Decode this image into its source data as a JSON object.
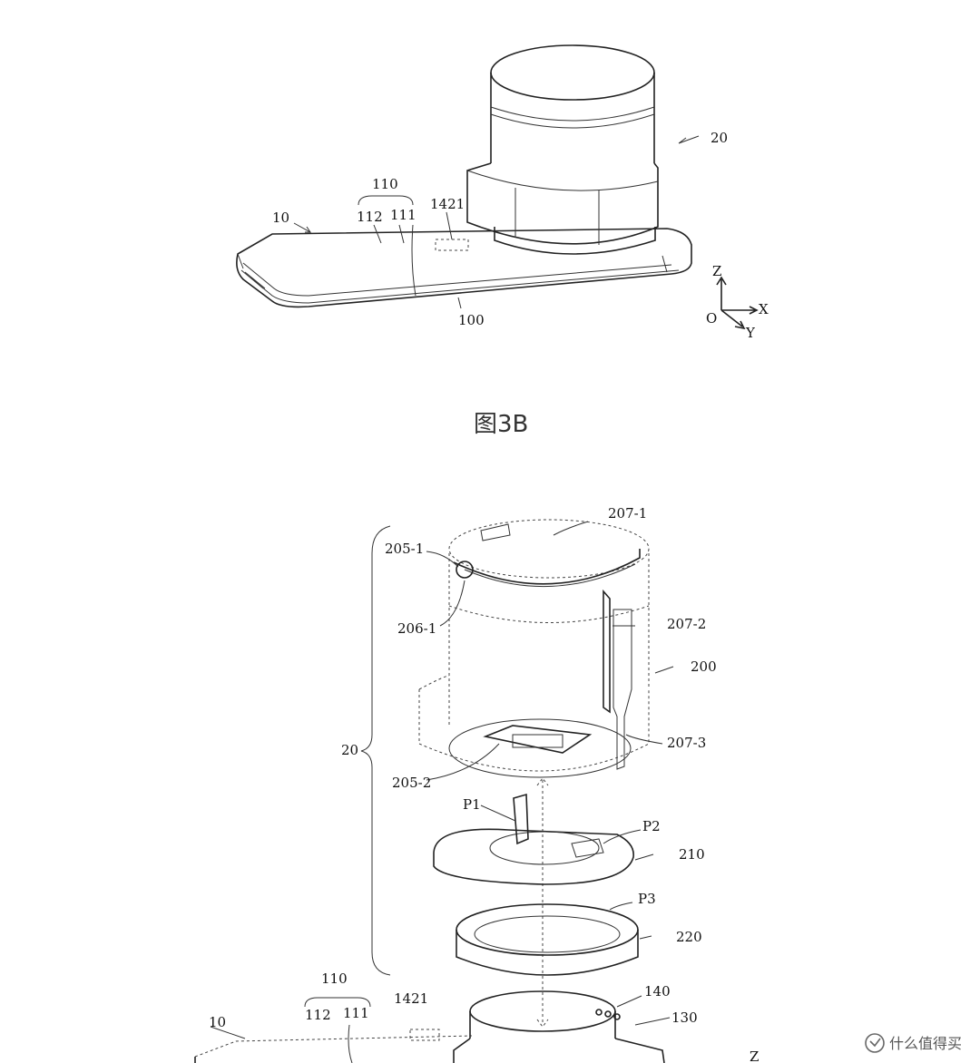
{
  "fig3b": {
    "label_20": "20",
    "label_10": "10",
    "label_110": "110",
    "label_112": "112",
    "label_111": "111",
    "label_1421": "1421",
    "label_100": "100",
    "axis_z": "Z",
    "axis_x": "X",
    "axis_y": "Y",
    "axis_o": "O",
    "caption": "图3B"
  },
  "fig3c": {
    "label_207_1": "207-1",
    "label_205_1": "205-1",
    "label_206_1": "206-1",
    "label_207_2": "207-2",
    "label_200": "200",
    "label_20": "20",
    "label_207_3": "207-3",
    "label_205_2": "205-2",
    "label_p1": "P1",
    "label_p2": "P2",
    "label_210": "210",
    "label_p3": "P3",
    "label_220": "220",
    "label_110": "110",
    "label_112": "112",
    "label_111": "111",
    "label_1421": "1421",
    "label_140": "140",
    "label_130": "130",
    "label_10": "10",
    "axis_z": "Z"
  },
  "watermark": {
    "icon": "smzdm-logo-icon",
    "text": "什么值得买"
  }
}
